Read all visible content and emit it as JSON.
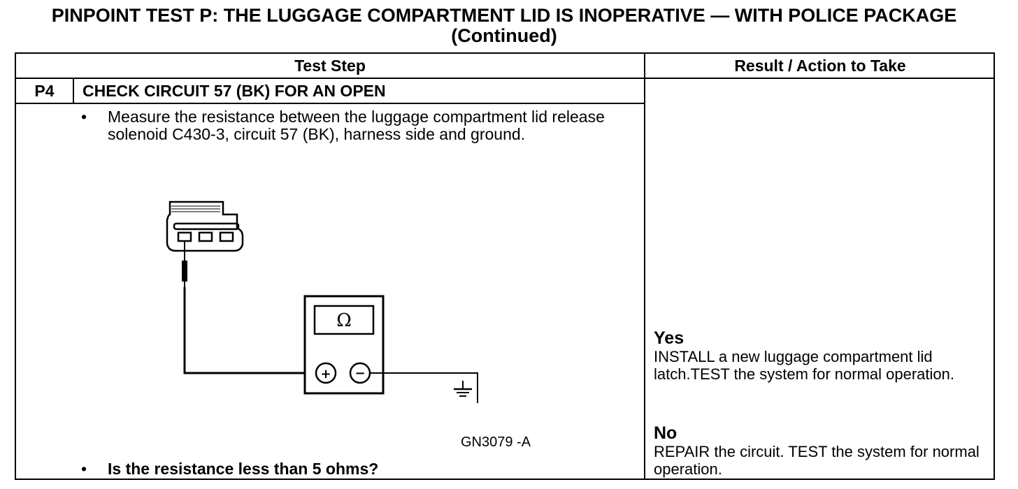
{
  "page_title": {
    "line1": "PINPOINT TEST  P: THE LUGGAGE COMPARTMENT LID IS INOPERATIVE — WITH POLICE PACKAGE",
    "line2": "(Continued)"
  },
  "table": {
    "headers": {
      "test_step": "Test Step",
      "result": "Result / Action to Take"
    },
    "step": {
      "id": "P4",
      "title": "CHECK CIRCUIT 57 (BK) FOR AN OPEN",
      "instruction": "Measure the resistance between the luggage compartment lid release solenoid C430-3, circuit 57 (BK), harness side and ground.",
      "question": "Is the resistance less than 5 ohms?",
      "bullet_glyph": "•",
      "figure": {
        "id": "GN3079 -A",
        "meter_symbol": "Ω",
        "positive_symbol": "+",
        "negative_symbol": "−"
      }
    },
    "results": {
      "yes": {
        "label": "Yes",
        "action": "INSTALL a new luggage compartment lid latch.TEST the system for normal operation."
      },
      "no": {
        "label": "No",
        "action": "REPAIR the circuit. TEST the system for normal operation."
      }
    }
  }
}
